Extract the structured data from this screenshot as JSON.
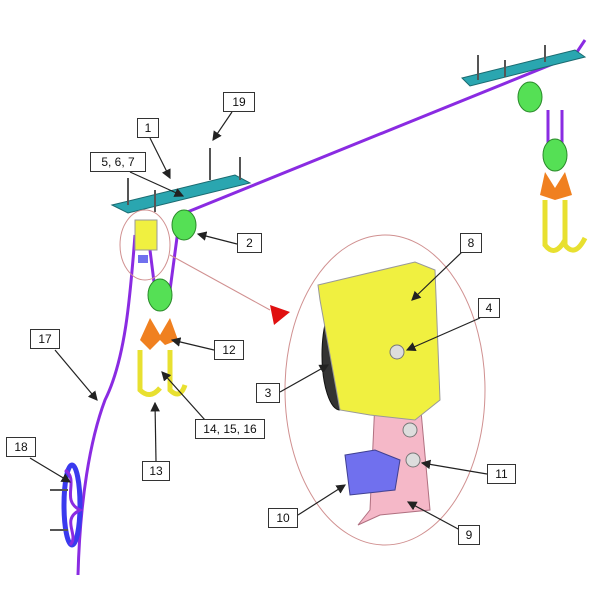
{
  "diagram": {
    "labels": {
      "l1": "1",
      "l19": "19",
      "l567": "5, 6, 7",
      "l2": "2",
      "l8": "8",
      "l4": "4",
      "l3": "3",
      "l11": "11",
      "l10": "10",
      "l9": "9",
      "l12": "12",
      "l17": "17",
      "l13": "13",
      "l141516": "14, 15, 16",
      "l18": "18"
    },
    "colors": {
      "rail": "#2aa6b0",
      "rope": "#8a2be2",
      "pulley": "#55e055",
      "bracket": "#f0f040",
      "hook": "#f0e040",
      "shackle": "#f08020",
      "plate": "#f5b8c8",
      "clamp": "#7070ee",
      "detail_circle": "#d09090",
      "arrow_red": "#e01010"
    }
  }
}
